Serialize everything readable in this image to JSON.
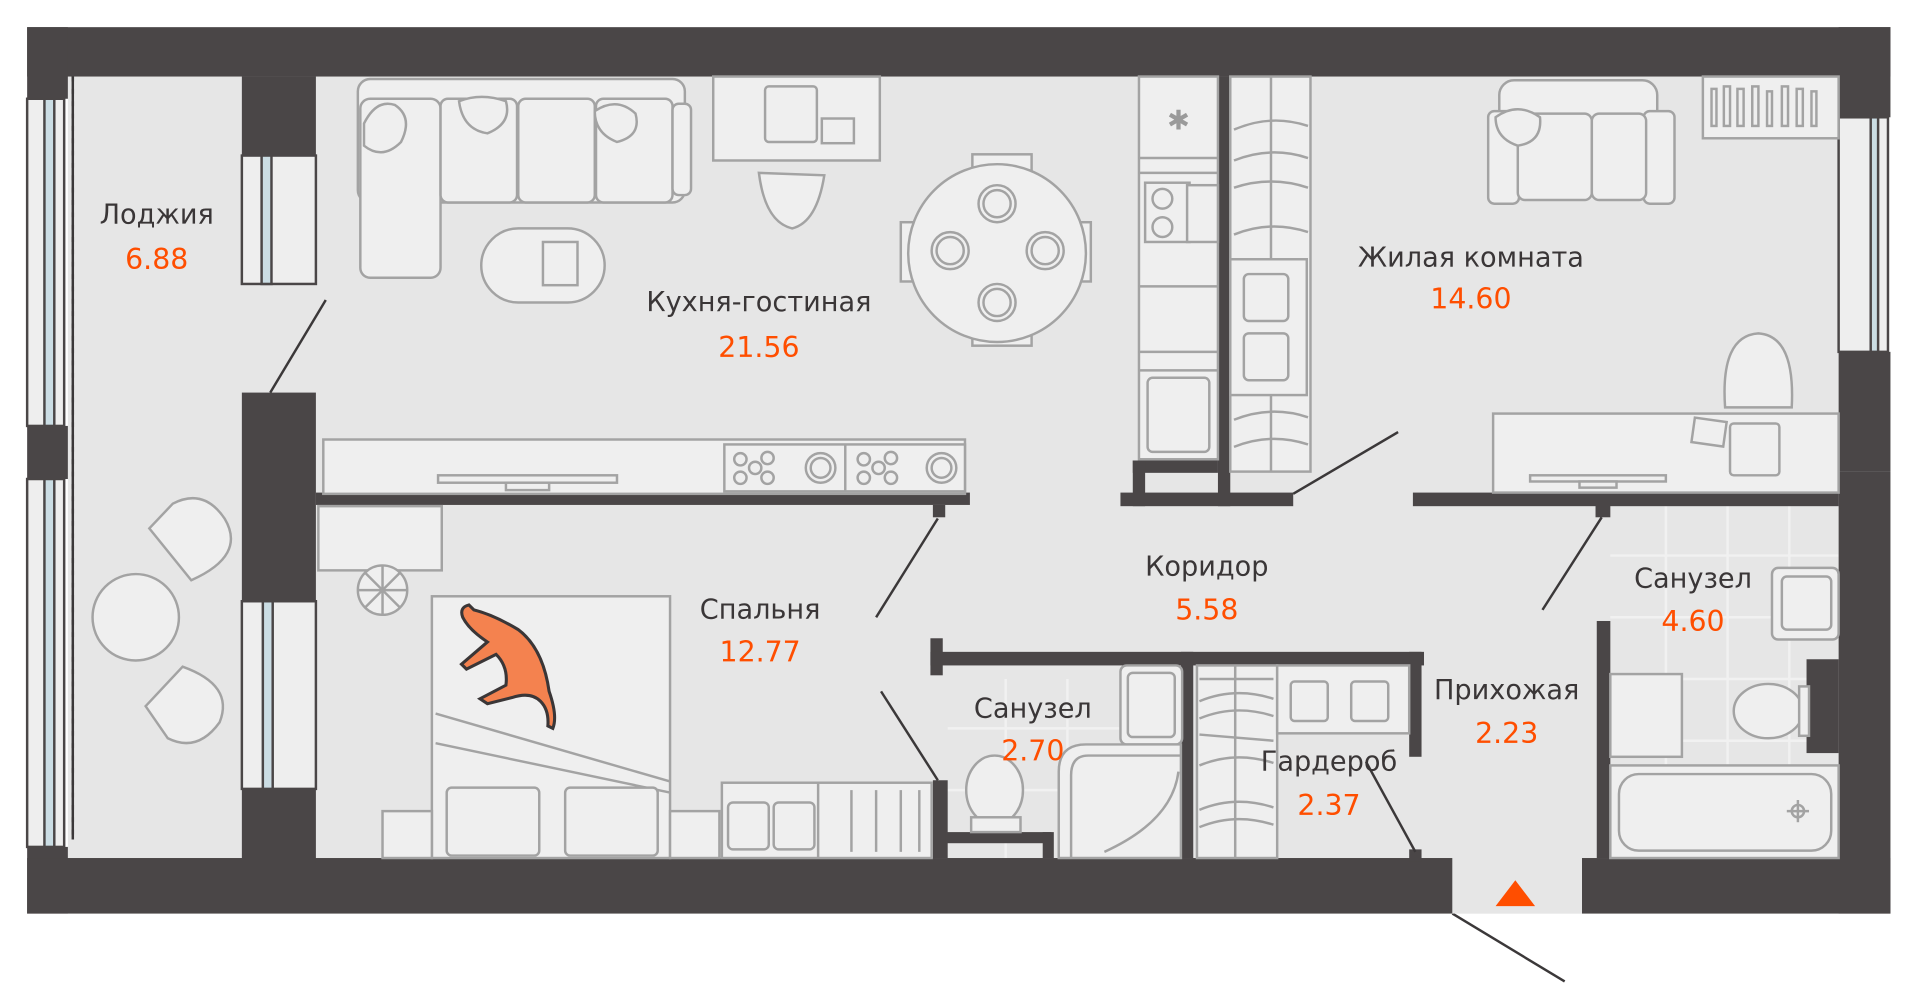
{
  "plan": {
    "accent_color": "#ff4e00",
    "wall_color": "#4a4647",
    "floor_color": "#e6e6e6",
    "area_unit_hint": "m²",
    "entrance_marker": "entrance-triangle",
    "rooms": [
      {
        "id": "loggia",
        "name": "Лоджия",
        "area": "6.88"
      },
      {
        "id": "kitchen-living",
        "name": "Кухня-гостиная",
        "area": "21.56"
      },
      {
        "id": "living-room",
        "name": "Жилая комната",
        "area": "14.60"
      },
      {
        "id": "corridor",
        "name": "Коридор",
        "area": "5.58"
      },
      {
        "id": "bedroom",
        "name": "Спальня",
        "area": "12.77"
      },
      {
        "id": "bathroom-small",
        "name": "Санузел",
        "area": "2.70"
      },
      {
        "id": "wardrobe",
        "name": "Гардероб",
        "area": "2.37"
      },
      {
        "id": "hallway",
        "name": "Прихожая",
        "area": "2.23"
      },
      {
        "id": "bathroom-large",
        "name": "Санузел",
        "area": "4.60"
      }
    ]
  }
}
